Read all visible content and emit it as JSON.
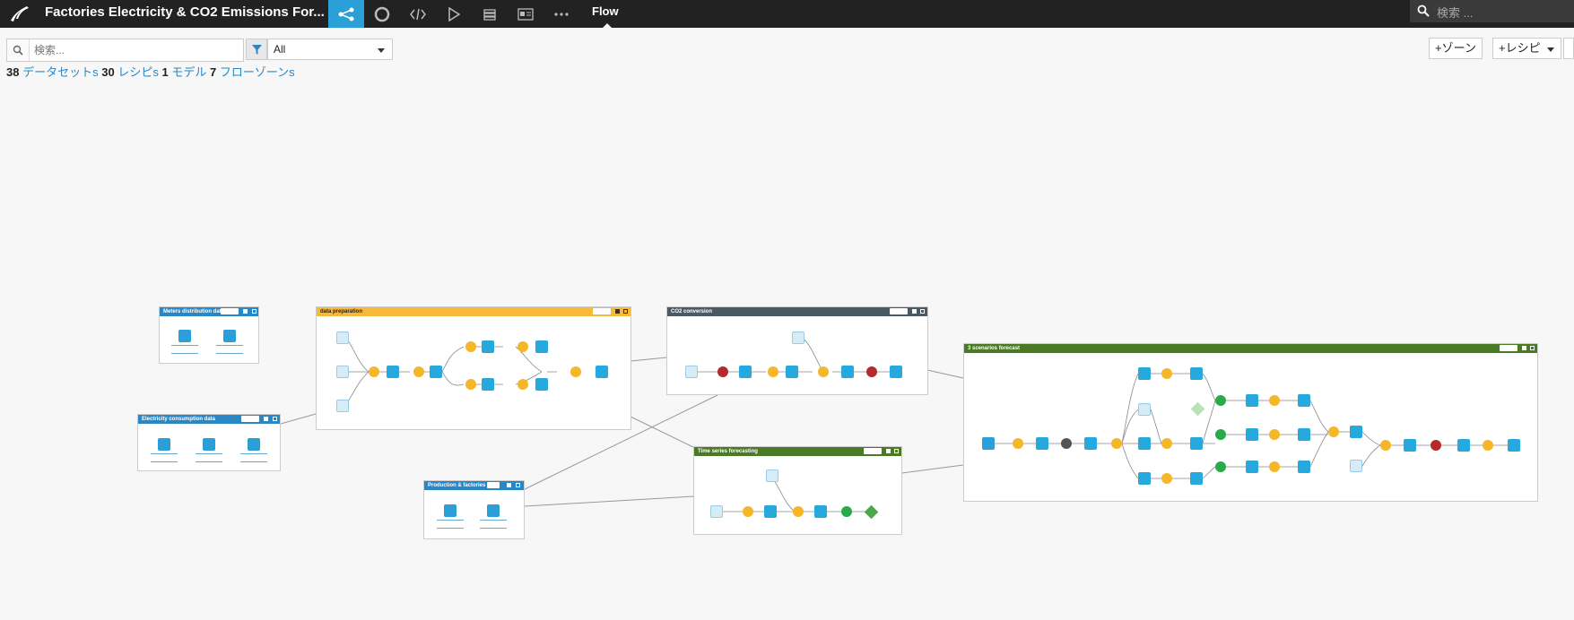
{
  "topbar": {
    "project_title": "Factories Electricity & CO2 Emissions For...",
    "flow_tab": "Flow",
    "search_placeholder": "検索 ...",
    "nav_icons": [
      "flow-icon",
      "lifebuoy-icon",
      "code-icon",
      "play-icon",
      "stack-icon",
      "dashboard-icon",
      "more-icon"
    ]
  },
  "toolbar": {
    "search_placeholder": "検索...",
    "filter_value": "All",
    "add_zone_label": "+ゾーン",
    "add_recipe_label": "+レシピ"
  },
  "stats": {
    "datasets_count": "38",
    "datasets_label": "データセットs",
    "recipes_count": "30",
    "recipes_label": "レシピs",
    "models_count": "1",
    "models_label": "モデル",
    "zones_count": "7",
    "zones_label": "フローゾーンs"
  },
  "zones": [
    {
      "title": "Meters distribution data",
      "color": "#2a87c5"
    },
    {
      "title": "Electricity consumption data",
      "color": "#2a87c5"
    },
    {
      "title": "data preparation",
      "color": "#f8b83a"
    },
    {
      "title": "CO2 conversion",
      "color": "#4a5a64"
    },
    {
      "title": "Time series forecasting",
      "color": "#4a7a24"
    },
    {
      "title": "Production & factories d...",
      "color": "#2a87c5"
    },
    {
      "title": "3 scenarios forecast",
      "color": "#4a7a24"
    }
  ],
  "colors": {
    "accent": "#2a9fd8",
    "dataset": "#28a9dd",
    "recipe": "#f5b628",
    "topbar": "#222222"
  }
}
